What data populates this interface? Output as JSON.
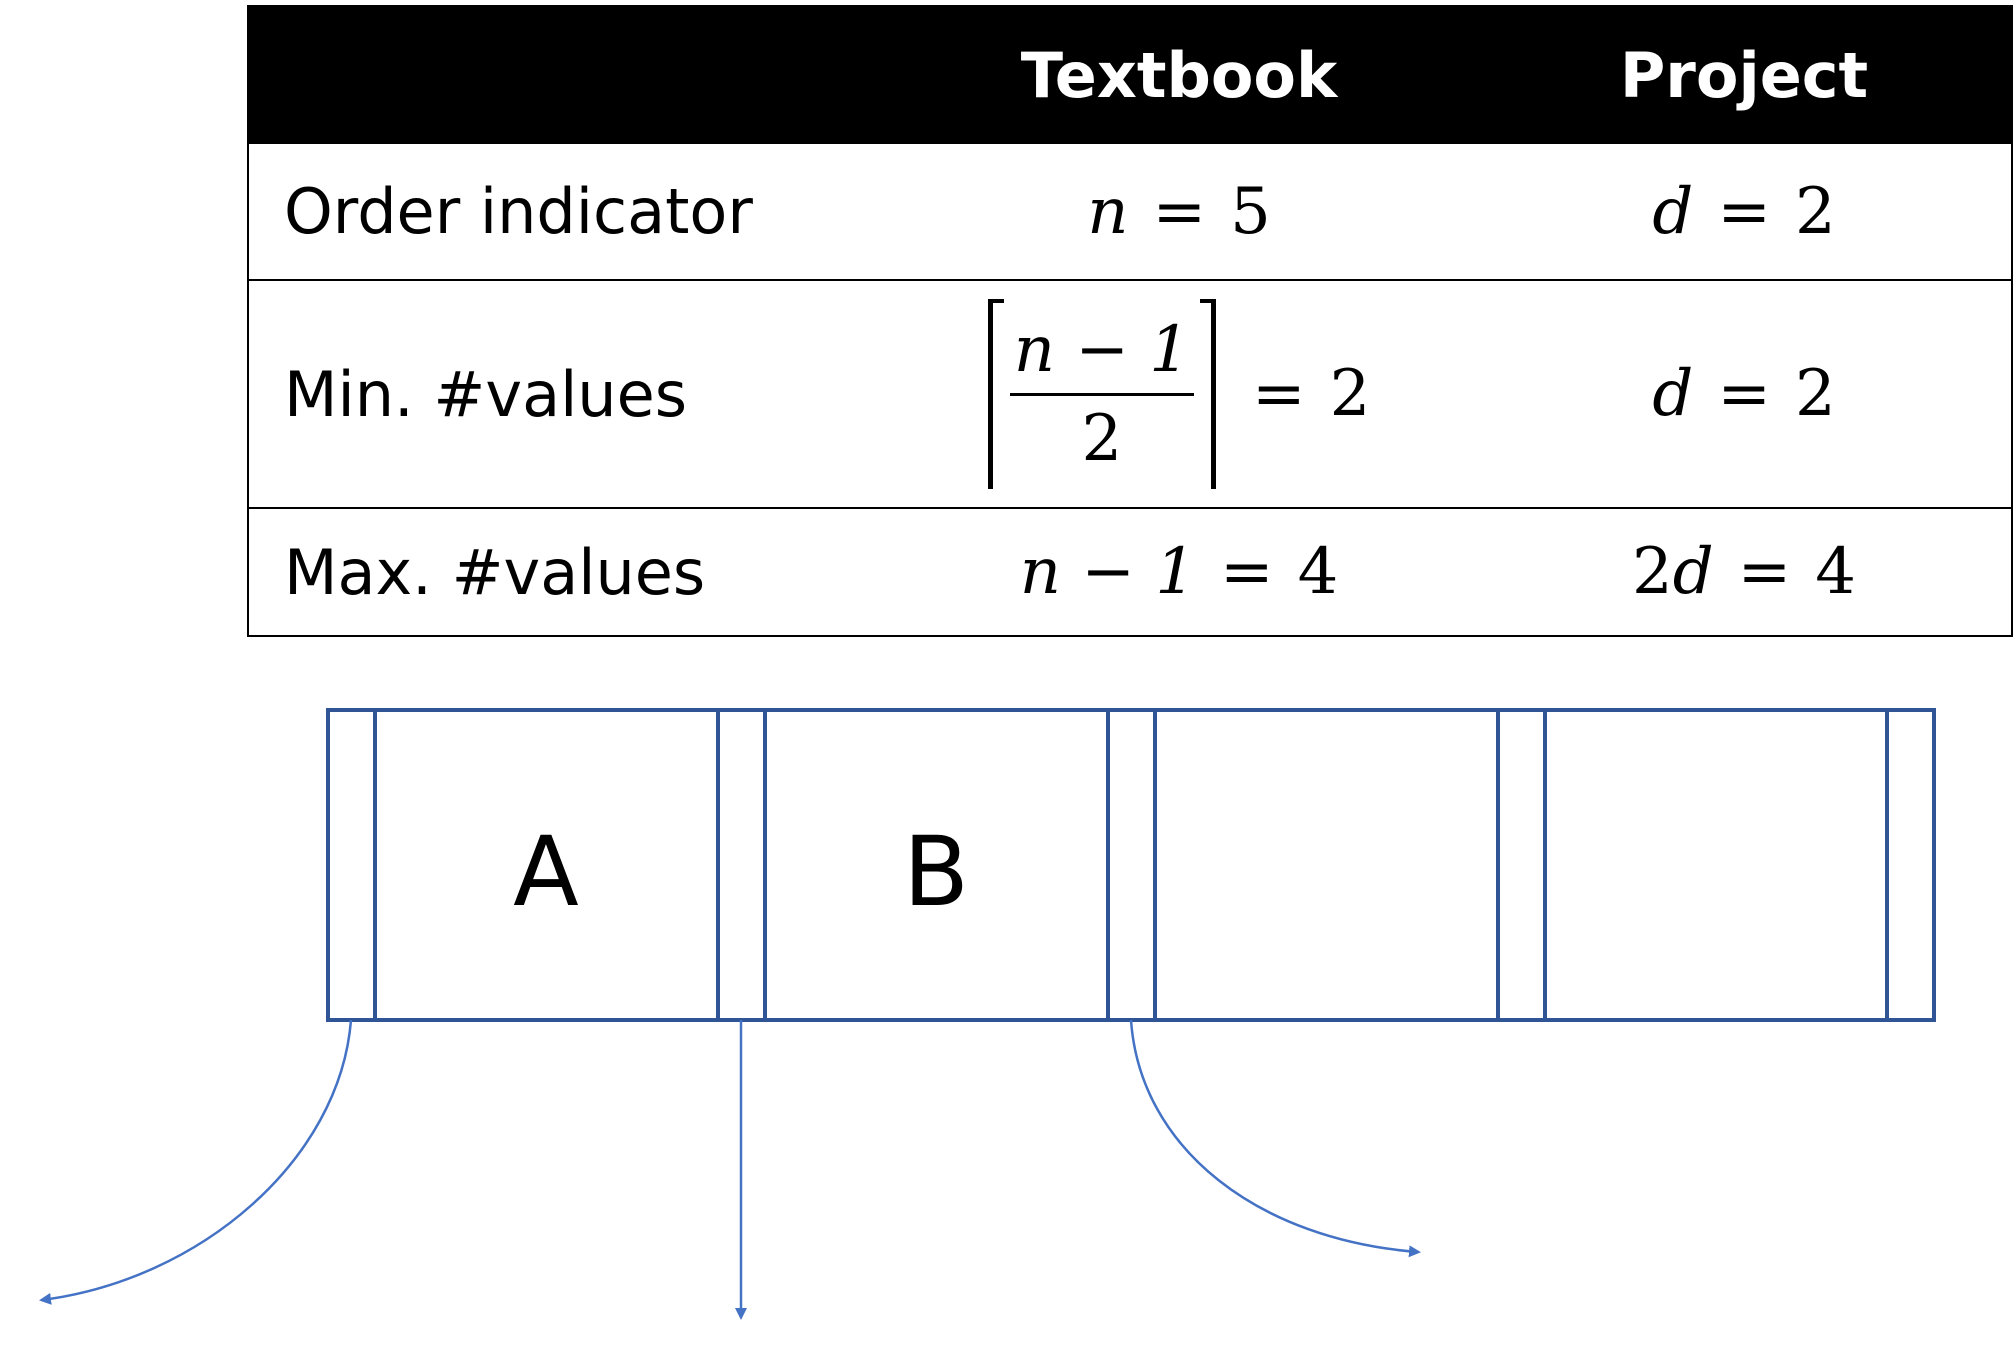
{
  "table": {
    "headers": [
      "",
      "Textbook",
      "Project"
    ],
    "rows": [
      {
        "label": "Order indicator",
        "textbook": {
          "var": "n",
          "op": "=",
          "value": "5"
        },
        "project": {
          "var": "d",
          "op": "=",
          "value": "2"
        }
      },
      {
        "label": "Min. #values",
        "textbook": {
          "numerator": "n − 1",
          "denominator": "2",
          "op": "=",
          "value": "2"
        },
        "project": {
          "var": "d",
          "op": "=",
          "value": "2"
        }
      },
      {
        "label": "Max. #values",
        "textbook": {
          "expr": "n − 1",
          "op": "=",
          "value": "4"
        },
        "project": {
          "coef": "2",
          "var": "d",
          "op": "=",
          "value": "4"
        }
      }
    ]
  },
  "node": {
    "keys": [
      "A",
      "B",
      "",
      ""
    ],
    "stroke_color": "#2f5597",
    "pointer_color": "#4472c4"
  }
}
